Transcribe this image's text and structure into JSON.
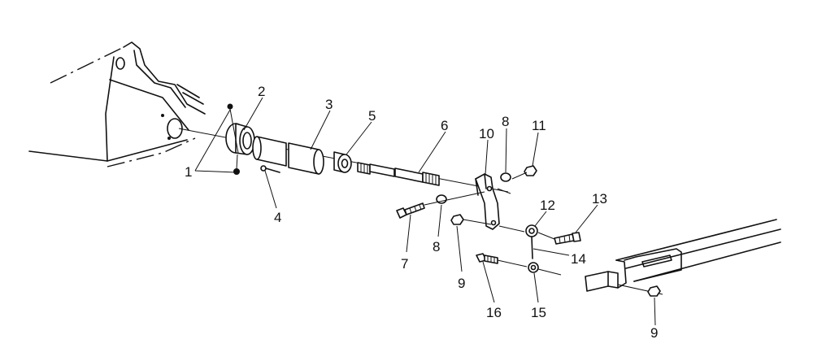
{
  "callouts": [
    {
      "id": "c1",
      "text": "1"
    },
    {
      "id": "c2",
      "text": "2"
    },
    {
      "id": "c3",
      "text": "3"
    },
    {
      "id": "c4",
      "text": "4"
    },
    {
      "id": "c5",
      "text": "5"
    },
    {
      "id": "c6",
      "text": "6"
    },
    {
      "id": "c7",
      "text": "7"
    },
    {
      "id": "c8a",
      "text": "8"
    },
    {
      "id": "c8b",
      "text": "8"
    },
    {
      "id": "c9a",
      "text": "9"
    },
    {
      "id": "c9b",
      "text": "9"
    },
    {
      "id": "c10",
      "text": "10"
    },
    {
      "id": "c11",
      "text": "11"
    },
    {
      "id": "c12",
      "text": "12"
    },
    {
      "id": "c13",
      "text": "13"
    },
    {
      "id": "c14",
      "text": "14"
    },
    {
      "id": "c15",
      "text": "15"
    },
    {
      "id": "c16",
      "text": "16"
    }
  ]
}
